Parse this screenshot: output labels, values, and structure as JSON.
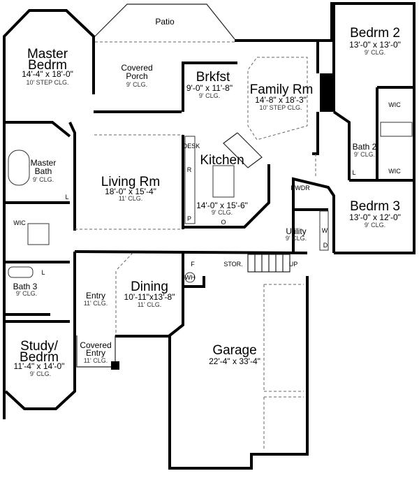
{
  "rooms": {
    "patio": {
      "name": "Patio"
    },
    "master_bedrm": {
      "name1": "Master",
      "name2": "Bedrm",
      "size": "14'-4\" x 18'-0\"",
      "ceiling": "10' STEP CLG."
    },
    "covered_porch": {
      "name1": "Covered",
      "name2": "Porch",
      "ceiling": "9' CLG."
    },
    "brkfst": {
      "name": "Brkfst",
      "size": "9'-0\" x 11'-8\"",
      "ceiling": "9' CLG."
    },
    "family_rm": {
      "name": "Family Rm",
      "size": "14'-8\" x 18'-3\"",
      "ceiling": "10' STEP CLG."
    },
    "bedrm2": {
      "name": "Bedrm 2",
      "size": "13'-0\" x 13'-0\"",
      "ceiling": "9' CLG."
    },
    "wic_bed2": {
      "name": "WIC"
    },
    "bath2": {
      "name": "Bath 2",
      "ceiling": "9' CLG."
    },
    "wic_bed3": {
      "name": "WIC"
    },
    "kitchen": {
      "name": "Kitchen",
      "size": "14'-0\" x 15'-6\"",
      "ceiling": "9' CLG.",
      "desk": "DESK",
      "r": "R",
      "p": "P",
      "o": "O"
    },
    "living_rm": {
      "name": "Living Rm",
      "size": "18'-0\" x 15'-4\"",
      "ceiling": "11' CLG."
    },
    "master_bath": {
      "name1": "Master",
      "name2": "Bath",
      "ceiling": "9' CLG.",
      "l": "L"
    },
    "wic_master": {
      "name": "WIC"
    },
    "pwdr": {
      "name": "PWDR"
    },
    "utility": {
      "name": "Utility",
      "ceiling": "9' CLG.",
      "w": "W",
      "d": "D"
    },
    "bedrm3": {
      "name": "Bedrm 3",
      "size": "13'-0\" x 12'-0\"",
      "ceiling": "9' CLG."
    },
    "bath2_l": {
      "name": "L"
    },
    "dining": {
      "name": "Dining",
      "size": "10'-11\"x13'-8\"",
      "ceiling": "11' CLG."
    },
    "entry": {
      "name": "Entry",
      "ceiling": "11' CLG."
    },
    "bath3": {
      "name": "Bath 3",
      "ceiling": "9' CLG.",
      "l": "L"
    },
    "study": {
      "name1": "Study/",
      "name2": "Bedrm",
      "size": "11'-4\" x 14'-0\"",
      "ceiling": "9' CLG."
    },
    "covered_entry": {
      "name1": "Covered",
      "name2": "Entry",
      "ceiling": "11' CLG."
    },
    "garage": {
      "name": "Garage",
      "size": "22'-4\" x 33'-4\""
    },
    "stor": {
      "name": "STOR."
    },
    "up": {
      "name": "UP"
    },
    "wh": {
      "name": "WH"
    },
    "f": {
      "name": "F"
    }
  }
}
